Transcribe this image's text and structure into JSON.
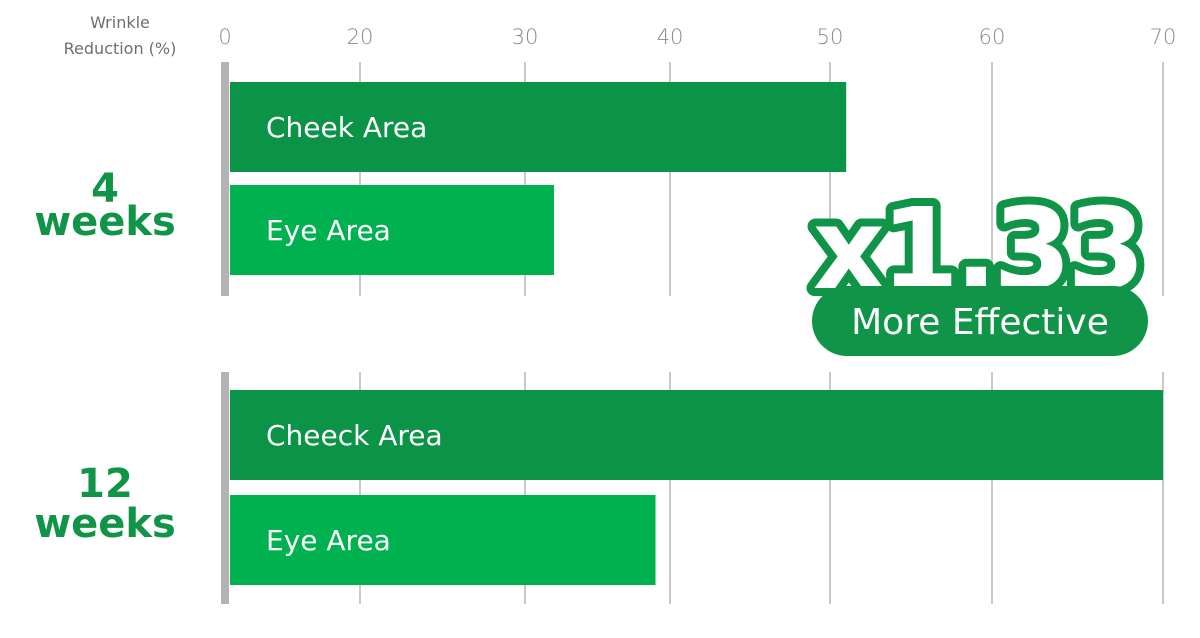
{
  "chart_data": {
    "type": "bar",
    "orientation": "horizontal",
    "axis_title_lines": [
      "Wrinkle",
      "Reduction (%)"
    ],
    "x_ticks": [
      0,
      20,
      30,
      40,
      50,
      60,
      70
    ],
    "groups": [
      {
        "label_lines": [
          "4",
          "weeks"
        ],
        "bars": [
          {
            "label": "Cheek Area",
            "value": 51,
            "color": "#0b9448"
          },
          {
            "label": "Eye Area",
            "value": 32,
            "color": "#00b14f"
          }
        ]
      },
      {
        "label_lines": [
          "12",
          "weeks"
        ],
        "bars": [
          {
            "label": "Cheeck Area",
            "value": 70,
            "color": "#0b9448"
          },
          {
            "label": "Eye Area",
            "value": 39,
            "color": "#00b14f"
          }
        ]
      }
    ],
    "annotation": {
      "big": "x1.33",
      "small": "More Effective",
      "color": "#109447"
    },
    "grid": true,
    "baseline_color": "#b3b3b3",
    "gridline_color": "#c8c8c8"
  }
}
